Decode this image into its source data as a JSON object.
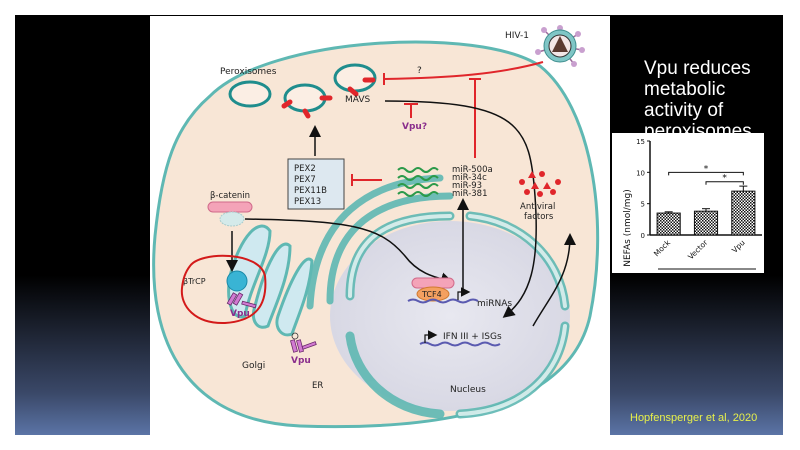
{
  "slide": {
    "title_lines": [
      "Vpu reduces",
      "metabolic",
      "activity of",
      "peroxisomes"
    ],
    "citation": "Hopfensperger et al, 2020"
  },
  "diagram": {
    "labels": {
      "peroxisomes": "Peroxisomes",
      "mavs": "MAVS",
      "hiv": "HIV-1",
      "question": "?",
      "vpu_q": "Vpu?",
      "pex": [
        "PEX2",
        "PEX7",
        "PEX11B",
        "PEX13"
      ],
      "mirs": [
        "miR-500a",
        "miR-34c",
        "miR-93",
        "miR-381"
      ],
      "beta_catenin": "β-catenin",
      "btrcp": "βTrCP",
      "vpu1": "Vpu",
      "vpu2": "Vpu",
      "golgi": "Golgi",
      "er": "ER",
      "tcf4": "TCF4",
      "mirnas": "miRNAs",
      "ifn": "IFN III + ISGs",
      "nucleus": "Nucleus",
      "antiviral": [
        "Antiviral",
        "factors"
      ]
    },
    "colors": {
      "cytoplasm": "#f8e6d6",
      "membrane": "#5fb8b3",
      "inhibit": "#e0262b",
      "vpu_text": "#8a2e8c",
      "nucleus": "#e4e4ee"
    }
  },
  "chart_data": {
    "type": "bar",
    "categories": [
      "Mock",
      "Vector",
      "Vpu"
    ],
    "values": [
      3.5,
      3.8,
      7.0
    ],
    "errors": [
      0.2,
      0.4,
      0.8
    ],
    "ylabel": "NEFAs (nmol/mg)",
    "xlabel": "",
    "ylim": [
      0,
      15
    ],
    "yticks": [
      0,
      5,
      10,
      15
    ],
    "significance": [
      {
        "from": "Mock",
        "to": "Vpu",
        "label": "*"
      },
      {
        "from": "Vector",
        "to": "Vpu",
        "label": "*"
      }
    ],
    "pattern": "checkered"
  }
}
